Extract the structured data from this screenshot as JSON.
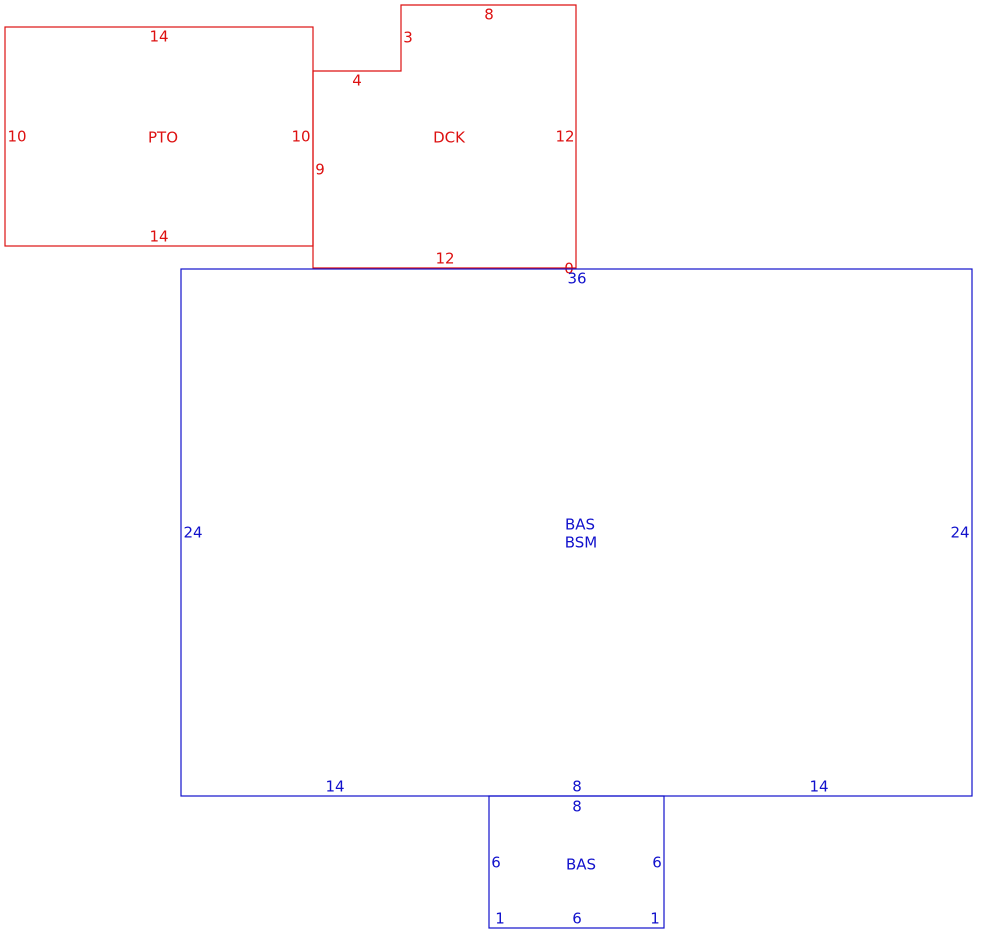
{
  "colors": {
    "red": "#dd1111",
    "blue": "#1111cc"
  },
  "shapes": {
    "pto": {
      "label": "PTO",
      "dims": {
        "top": "14",
        "bottom": "14",
        "left": "10",
        "right": "10"
      }
    },
    "dck": {
      "label": "DCK",
      "dims": {
        "top": "8",
        "step_height": "3",
        "step_width": "4",
        "left": "9",
        "right": "12",
        "bottom": "12",
        "corner": "0"
      }
    },
    "main_bas": {
      "label_1": "BAS",
      "label_2": "BSM",
      "dims": {
        "top": "36",
        "left": "24",
        "right": "24",
        "bottom_left": "14",
        "bottom_mid": "8",
        "bottom_right": "14"
      }
    },
    "small_bas": {
      "label": "BAS",
      "dims": {
        "top": "8",
        "left": "6",
        "right": "6",
        "bottom": "6",
        "corner_left": "1",
        "corner_right": "1"
      }
    }
  }
}
